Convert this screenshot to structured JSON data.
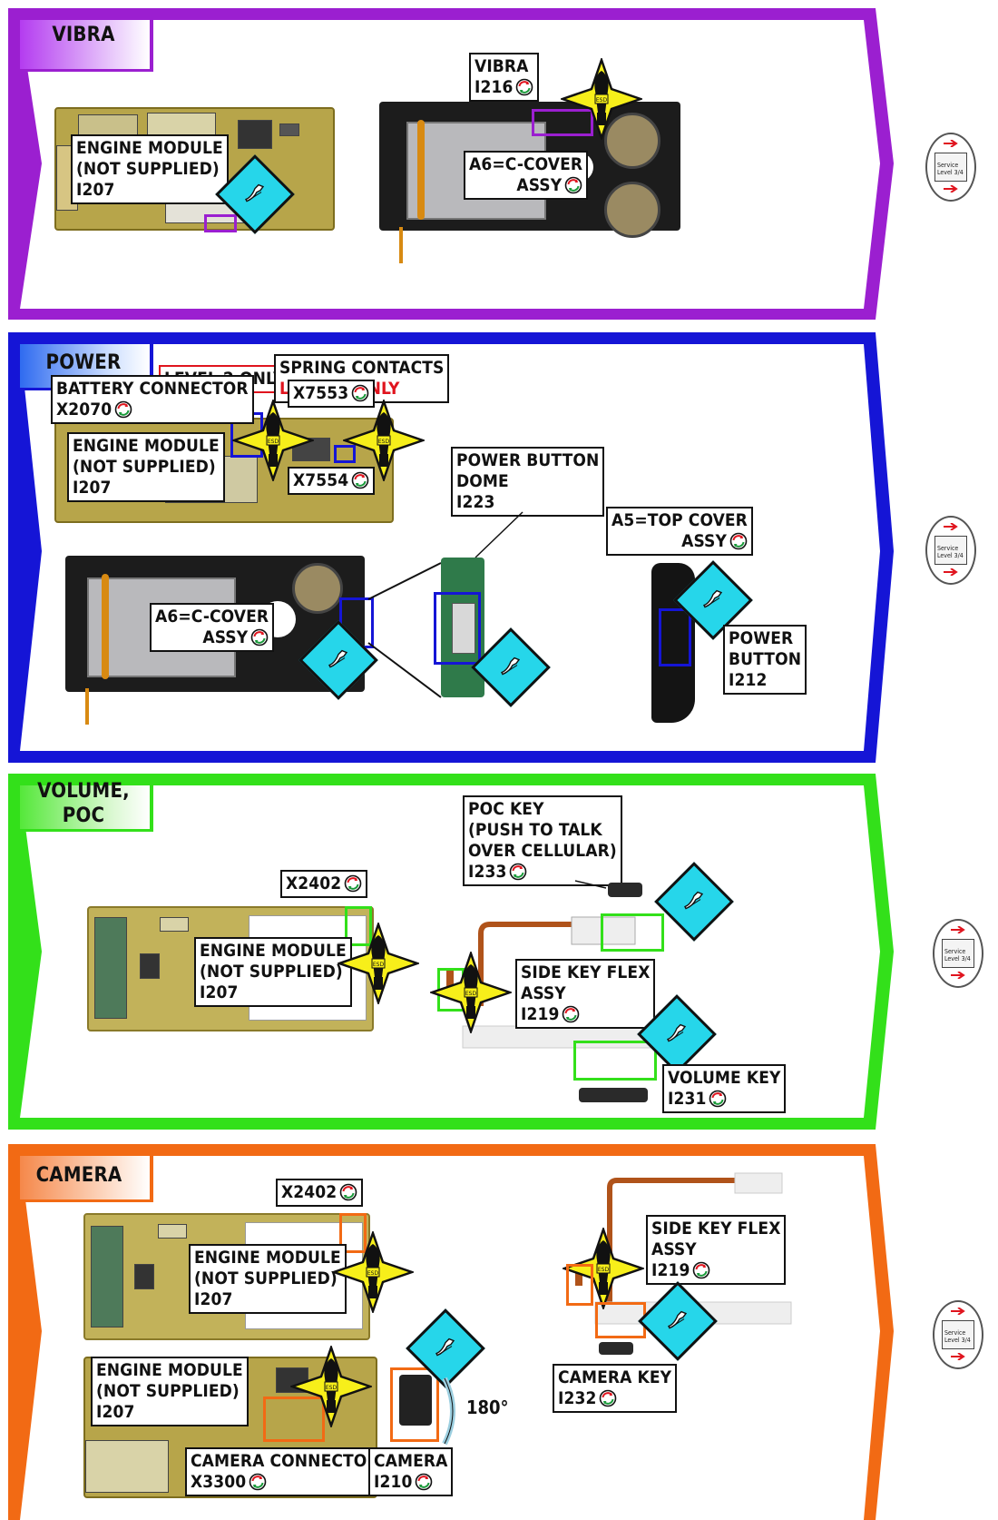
{
  "sections": {
    "vibra": {
      "title": "VIBRA",
      "color": "#9b1fd0",
      "labels": {
        "engine": [
          "ENGINE MODULE",
          "(NOT SUPPLIED)",
          "I207"
        ],
        "vibra": [
          "VIBRA",
          "I216"
        ],
        "ccover": [
          "A6=C-COVER",
          "ASSY"
        ]
      }
    },
    "power": {
      "title": "POWER",
      "color": "#1515d6",
      "labels": {
        "level2": "LEVEL 2 ONLY",
        "spring": [
          "SPRING CONTACTS",
          "LEVEL 2 ONLY"
        ],
        "battery": [
          "BATTERY CONNECTOR",
          "X2070"
        ],
        "x7553": "X7553",
        "x7554": "X7554",
        "engine": [
          "ENGINE MODULE",
          "(NOT SUPPLIED)",
          "I207"
        ],
        "dome": [
          "POWER BUTTON",
          "DOME",
          "I223"
        ],
        "topcover": [
          "A5=TOP COVER",
          "ASSY"
        ],
        "ccover": [
          "A6=C-COVER",
          "ASSY"
        ],
        "powerbtn": [
          "POWER",
          "BUTTON",
          "I212"
        ]
      }
    },
    "volume": {
      "title": [
        "VOLUME,",
        "POC"
      ],
      "color": "#33e01a",
      "labels": {
        "x2402": "X2402",
        "poc": [
          "POC KEY",
          "(PUSH TO TALK",
          "OVER CELLULAR)",
          "I233"
        ],
        "engine": [
          "ENGINE MODULE",
          "(NOT SUPPLIED)",
          "I207"
        ],
        "sideflex": [
          "SIDE KEY FLEX",
          "ASSY",
          "I219"
        ],
        "volkey": [
          "VOLUME KEY",
          "I231"
        ]
      }
    },
    "camera": {
      "title": "CAMERA",
      "color": "#f26a14",
      "labels": {
        "x2402": "X2402",
        "engine1": [
          "ENGINE MODULE",
          "(NOT SUPPLIED)",
          "I207"
        ],
        "sideflex": [
          "SIDE KEY FLEX",
          "ASSY",
          "I219"
        ],
        "engine2": [
          "ENGINE MODULE",
          "(NOT SUPPLIED)",
          "I207"
        ],
        "camkey": [
          "CAMERA KEY",
          "I232"
        ],
        "deg": "180°",
        "camconn": [
          "CAMERA CONNECTOR",
          "X3300"
        ],
        "camera": [
          "CAMERA",
          "I210"
        ]
      }
    }
  },
  "service_badge": {
    "text": "Service\nLevel 3/4",
    "arrow_color": "#e0141e"
  },
  "icons": {
    "recycle": "replace-part-icon",
    "esd": "esd-warning-icon",
    "tool": "tool-diamond-icon"
  }
}
